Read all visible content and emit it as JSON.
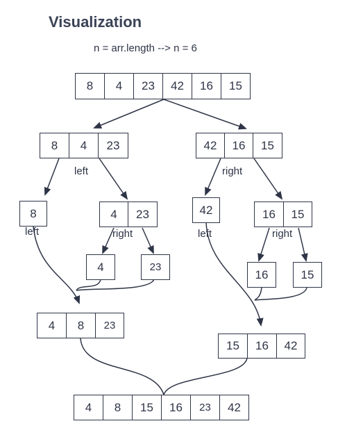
{
  "title": "Visualization",
  "subtitle": "n = arr.length --> n = 6",
  "rows": {
    "root": [
      "8",
      "4",
      "23",
      "42",
      "16",
      "15"
    ],
    "left_half": [
      "8",
      "4",
      "23"
    ],
    "right_half": [
      "42",
      "16",
      "15"
    ],
    "left_single": [
      "8"
    ],
    "left_pair": [
      "4",
      "23"
    ],
    "right_single": [
      "42"
    ],
    "right_pair": [
      "16",
      "15"
    ],
    "leaf_4": [
      "4"
    ],
    "leaf_23": [
      "23"
    ],
    "leaf_16": [
      "16"
    ],
    "leaf_15": [
      "15"
    ],
    "left_merged": [
      "4",
      "8",
      "23"
    ],
    "right_merged": [
      "15",
      "16",
      "42"
    ],
    "result": [
      "4",
      "8",
      "15",
      "16",
      "23",
      "42"
    ]
  },
  "labels": {
    "left_1": "left",
    "right_1": "right",
    "left_2": "left",
    "right_2": "right",
    "left_3": "left",
    "right_3": "right"
  },
  "colors": {
    "stroke": "#2f3547",
    "title": "#3a4256"
  }
}
